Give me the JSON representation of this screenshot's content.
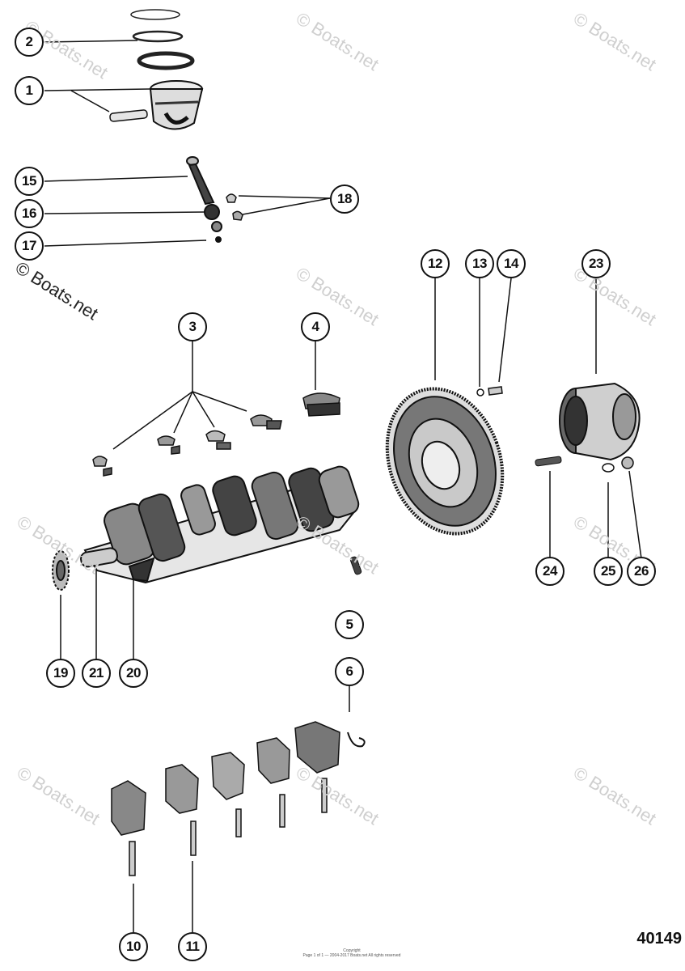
{
  "watermark": {
    "text": "© Boats.net"
  },
  "figure_number": "40149",
  "footer": {
    "line1": "Copyright",
    "line2": "Page 1 of 1 — 2004-2017 Boats.net All rights reserved"
  },
  "callouts": [
    "1",
    "2",
    "3",
    "4",
    "5",
    "6",
    "10",
    "11",
    "12",
    "13",
    "14",
    "15",
    "16",
    "17",
    "18",
    "19",
    "20",
    "21",
    "23",
    "24",
    "25",
    "26"
  ]
}
